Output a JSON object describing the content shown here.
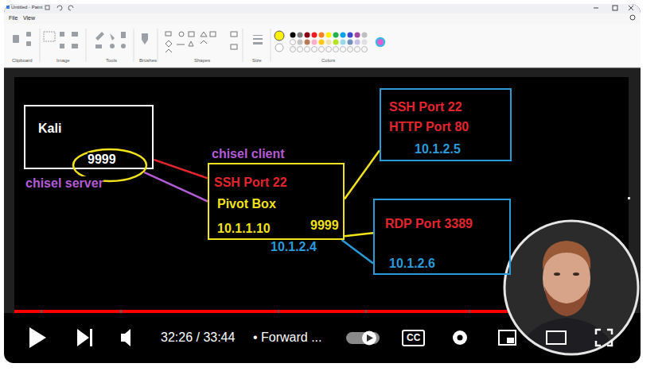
{
  "diagram": {
    "nodes": [
      {
        "text": [
          "Kali"
        ]
      },
      {
        "text": [
          "9999"
        ]
      },
      {
        "text": [
          "SSH Port 22",
          "Pivot Box",
          "10.1.1.10",
          "9999"
        ]
      },
      {
        "text": [
          "SSH Port 22",
          "HTTP Port 80",
          "10.1.2.5"
        ]
      },
      {
        "text": [
          "RDP Port 3389",
          "10.1.2.6"
        ]
      }
    ],
    "edges": [
      {
        "from": 0,
        "to": 2,
        "arrow": "none"
      },
      {
        "from": 1,
        "to": 2,
        "arrow": "none"
      },
      {
        "from": 2,
        "to": 3,
        "arrow": "none"
      },
      {
        "from": 2,
        "to": 4,
        "arrow": "none"
      },
      {
        "from": 2,
        "to": 4,
        "arrow": "none"
      }
    ],
    "labels": [
      "Untitled - Paint",
      "File",
      "View",
      "Clipboard",
      "Image",
      "Tools",
      "Brushes",
      "Shapes",
      "Size",
      "Colors",
      "chisel client",
      "chisel server",
      "10.1.2.4",
      "32:26 / 33:44",
      "• Forward ...",
      "CC"
    ]
  }
}
